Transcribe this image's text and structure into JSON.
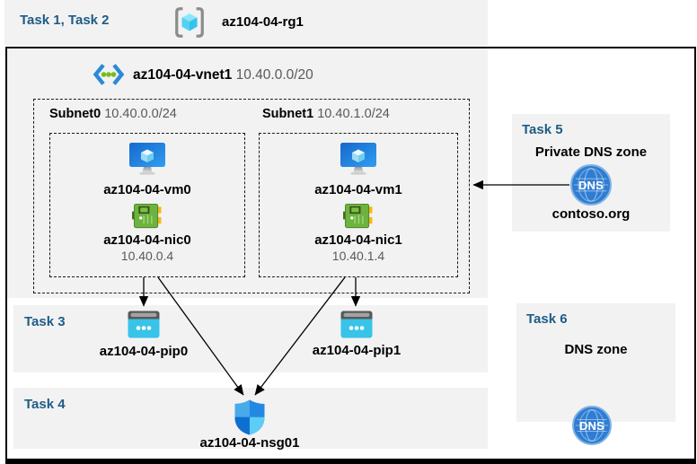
{
  "colors": {
    "task_label": "#1e5c86",
    "band_bg": "#f2f2f2",
    "muted_text": "#595959"
  },
  "header": {
    "tasks_label": "Task 1, Task 2",
    "resource_group": "az104-04-rg1"
  },
  "vnet": {
    "name": "az104-04-vnet1",
    "cidr": "10.40.0.0/20"
  },
  "subnets": [
    {
      "name": "Subnet0",
      "cidr": "10.40.0.0/24",
      "vm_name": "az104-04-vm0",
      "nic_name": "az104-04-nic0",
      "nic_ip": "10.40.0.4"
    },
    {
      "name": "Subnet1",
      "cidr": "10.40.1.0/24",
      "vm_name": "az104-04-vm1",
      "nic_name": "az104-04-nic1",
      "nic_ip": "10.40.1.4"
    }
  ],
  "task3": {
    "label": "Task 3",
    "pip0": "az104-04-pip0",
    "pip1": "az104-04-pip1"
  },
  "task4": {
    "label": "Task 4",
    "nsg": "az104-04-nsg01"
  },
  "task5": {
    "label": "Task 5",
    "title": "Private DNS zone",
    "zone_name": "contoso.org",
    "dns_badge": "DNS"
  },
  "task6": {
    "label": "Task 6",
    "title": "DNS zone",
    "dns_badge": "DNS"
  }
}
